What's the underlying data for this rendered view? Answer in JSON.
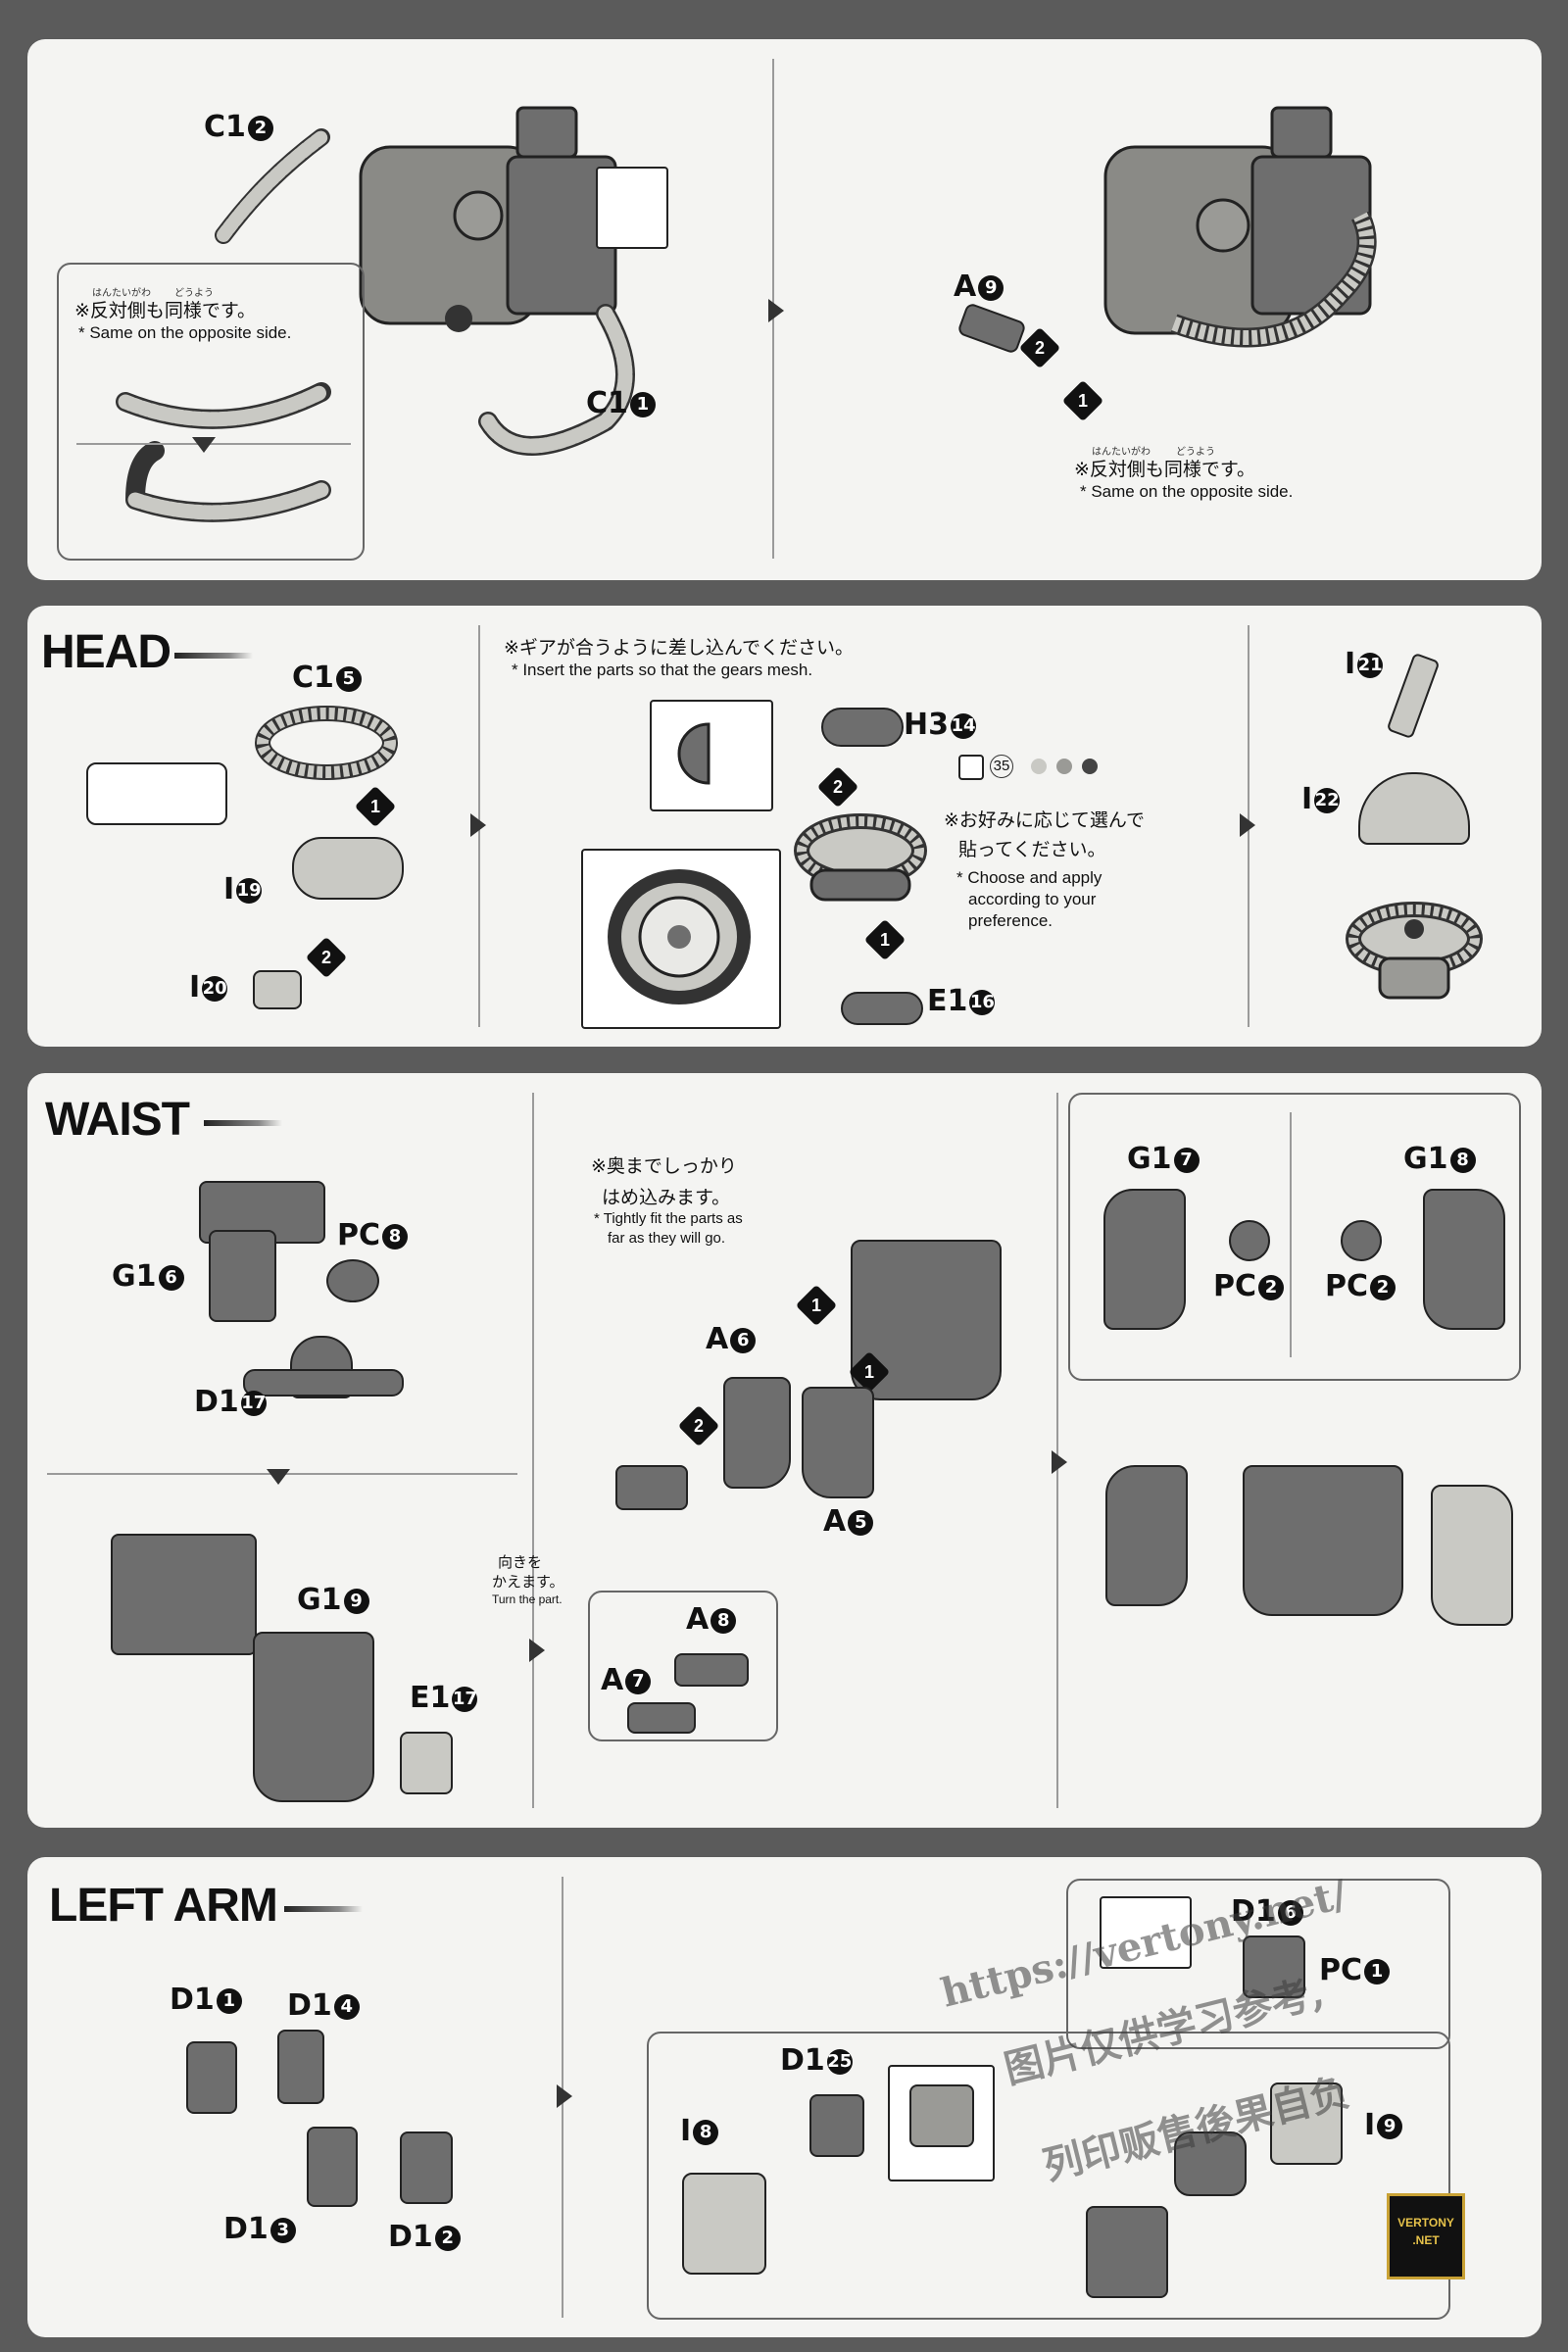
{
  "panel1": {
    "parts": {
      "c12": "C1",
      "c12_num": "2",
      "c11": "C1",
      "c11_num": "1",
      "a9": "A",
      "a9_num": "9"
    },
    "opposite_note": {
      "ruby1": "はんたいがわ",
      "ruby2": "どうよう",
      "jp": "※反対側も同様です。",
      "en": "* Same on the opposite side."
    },
    "opposite_note2": {
      "ruby1": "はんたいがわ",
      "ruby2": "どうよう",
      "jp": "※反対側も同様です。",
      "en": "* Same on the opposite side."
    },
    "steps": [
      "2",
      "1"
    ]
  },
  "head": {
    "title": "HEAD",
    "parts": {
      "c15": "C1",
      "c15_num": "5",
      "i19": "I",
      "i19_num": "19",
      "i20": "I",
      "i20_num": "20",
      "h314": "H3",
      "h314_num": "14",
      "e116": "E1",
      "e116_num": "16",
      "i21": "I",
      "i21_num": "21",
      "i22": "I",
      "i22_num": "22"
    },
    "gear_note": {
      "jp": "※ギアが合うように差し込んでください。",
      "en": "* Insert the parts so that the gears mesh."
    },
    "sticker_num": "35",
    "choose_note": {
      "jp1": "※お好みに応じて選んで",
      "jp2": "貼ってください。",
      "en1": "* Choose and apply",
      "en2": "according to your",
      "en3": "preference."
    },
    "steps": [
      "1",
      "2",
      "2",
      "1"
    ]
  },
  "waist": {
    "title": "WAIST",
    "parts": {
      "pc8": "PC",
      "pc8_num": "8",
      "g16": "G1",
      "g16_num": "6",
      "d117": "D1",
      "d117_num": "17",
      "g19": "G1",
      "g19_num": "9",
      "e117": "E1",
      "e117_num": "17",
      "a6": "A",
      "a6_num": "6",
      "a5": "A",
      "a5_num": "5",
      "a8": "A",
      "a8_num": "8",
      "a7": "A",
      "a7_num": "7",
      "g17": "G1",
      "g17_num": "7",
      "g18": "G1",
      "g18_num": "8",
      "pc2a": "PC",
      "pc2a_num": "2",
      "pc2b": "PC",
      "pc2b_num": "2"
    },
    "fit_note": {
      "jp1": "※奥までしっかり",
      "jp2": "はめ込みます。",
      "en1": "* Tightly fit the parts as",
      "en2": "far as they will go."
    },
    "turn_note": {
      "jp1": "向きを",
      "jp2": "かえます。",
      "en": "Turn the part."
    },
    "steps": [
      "1",
      "1",
      "2"
    ]
  },
  "left_arm": {
    "title": "LEFT ARM",
    "parts": {
      "d11": "D1",
      "d11_num": "1",
      "d14": "D1",
      "d14_num": "4",
      "d13": "D1",
      "d13_num": "3",
      "d12": "D1",
      "d12_num": "2",
      "d16": "D1",
      "d16_num": "6",
      "pc1": "PC",
      "pc1_num": "1",
      "d125": "D1",
      "d125_num": "25",
      "i8": "I",
      "i8_num": "8",
      "i9": "I",
      "i9_num": "9"
    }
  },
  "watermark": {
    "line1": "https://vertony.net/",
    "line2": "图片仅供学习参考,",
    "line3": "列印贩售後果自负",
    "logo1": "VERTONY",
    "logo2": ".NET"
  },
  "colors": {
    "background": "#5b5b5b",
    "panel": "#f4f4f2",
    "part_dark": "#6e6e6e",
    "part_light": "#c9c9c4"
  }
}
